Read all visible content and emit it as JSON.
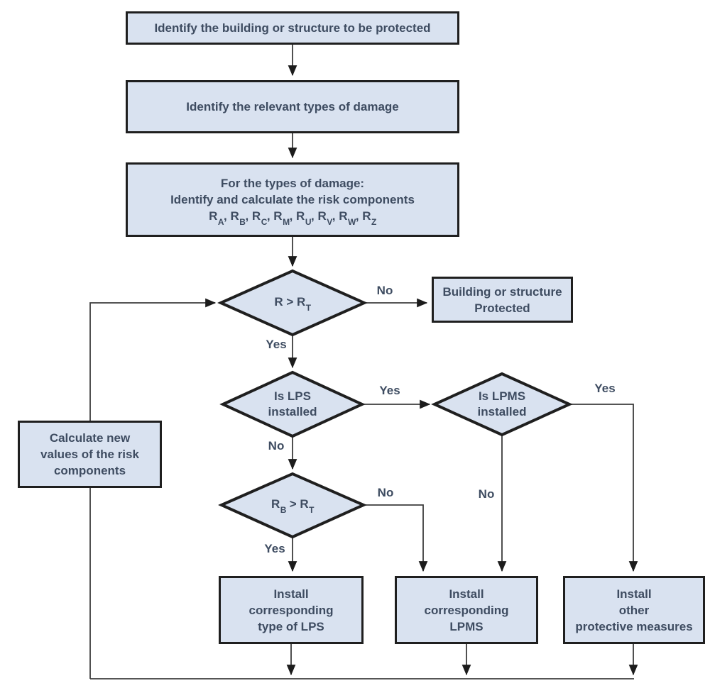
{
  "colors": {
    "node_fill": "#d9e2f0",
    "node_border": "#1f1f1f",
    "text": "#3e4c61",
    "connector": "#3d3d3d",
    "arrowhead": "#1c1c1c"
  },
  "nodes": {
    "identify_building": {
      "line1": "Identify the building or structure to be protected"
    },
    "identify_damage": {
      "line1": "Identify the relevant types of damage"
    },
    "risk_components": {
      "line1": "For the types of damage:",
      "line2": "Identify and calculate the risk components",
      "line3": "R_A, R_B, R_C, R_M, R_U, R_V, R_W, R_Z"
    },
    "protected": {
      "line1": "Building or structure",
      "line2": "Protected"
    },
    "calculate_new": {
      "line1": "Calculate new",
      "line2": "values of the risk",
      "line3": "components"
    },
    "install_lps": {
      "line1": "Install",
      "line2": "corresponding",
      "line3": "type of LPS"
    },
    "install_lpms": {
      "line1": "Install",
      "line2": "corresponding",
      "line3": "LPMS"
    },
    "install_other": {
      "line1": "Install",
      "line2": "other",
      "line3": "protective measures"
    }
  },
  "decisions": {
    "r_gt_rt": {
      "label": "R > R_T"
    },
    "lps_installed": {
      "line1": "Is LPS",
      "line2": "installed"
    },
    "lpms_installed": {
      "line1": "Is LPMS",
      "line2": "installed"
    },
    "rb_gt_rt": {
      "label": "R_B > R_T"
    }
  },
  "edge_labels": {
    "r_no": "No",
    "r_yes": "Yes",
    "lps_yes": "Yes",
    "lps_no": "No",
    "lpms_yes": "Yes",
    "lpms_no": "No",
    "rb_no": "No",
    "rb_yes": "Yes"
  }
}
